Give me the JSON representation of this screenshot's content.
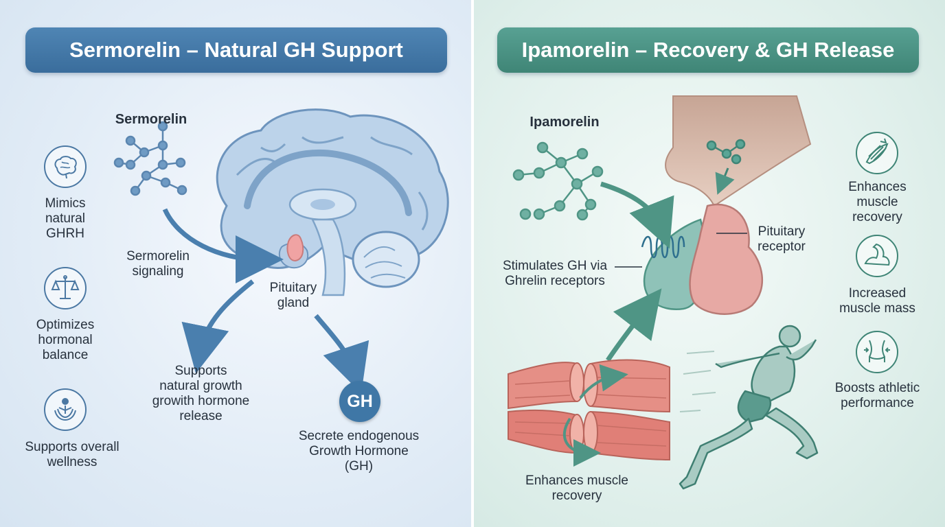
{
  "left": {
    "title": "Sermorelin – Natural GH Support",
    "molecule_label": "Sermorelin",
    "signaling_label": "Sermorelin\nsignaling",
    "pituitary_label": "Pituitary\ngland",
    "supports_label": "Supports\nnatural growth\ngrowith hormone\nrelease",
    "gh_badge": "GH",
    "secrete_label": "Secrete endogenous\nGrowth Hormone\n(GH)",
    "benefits": [
      {
        "icon": "brain-icon",
        "text": "Mimics\nnatural\nGHRH"
      },
      {
        "icon": "scales-icon",
        "text": "Optimizes\nhormonal\nbalance"
      },
      {
        "icon": "wellness-person-icon",
        "text": "Supports overall\nwellness"
      }
    ],
    "colors": {
      "banner": "#3f77a6",
      "arrow": "#4a7fae",
      "brain": "#b9d0e9",
      "pituitary": "#f0a3a3"
    }
  },
  "right": {
    "title": "Ipamorelin – Recovery & GH Release",
    "molecule_label": "Ipamorelin",
    "receptor_label": "Pituitary\nreceptor",
    "stimulates_label": "Stimulates GH via\nGhrelin receptors",
    "muscle_label": "Enhances muscle\nrecovery",
    "benefits": [
      {
        "icon": "muscle-fiber-icon",
        "text": "Enhances\nmuscle\nrecovery"
      },
      {
        "icon": "flexed-arm-icon",
        "text": "Increased\nmuscle mass"
      },
      {
        "icon": "waist-icon",
        "text": "Boosts athletic\nperformance"
      }
    ],
    "colors": {
      "banner": "#4a9384",
      "arrow": "#4f9585",
      "receptor_teal": "#8fc2b8",
      "receptor_pink": "#e7a9a4",
      "muscle": "#e58f86"
    }
  }
}
